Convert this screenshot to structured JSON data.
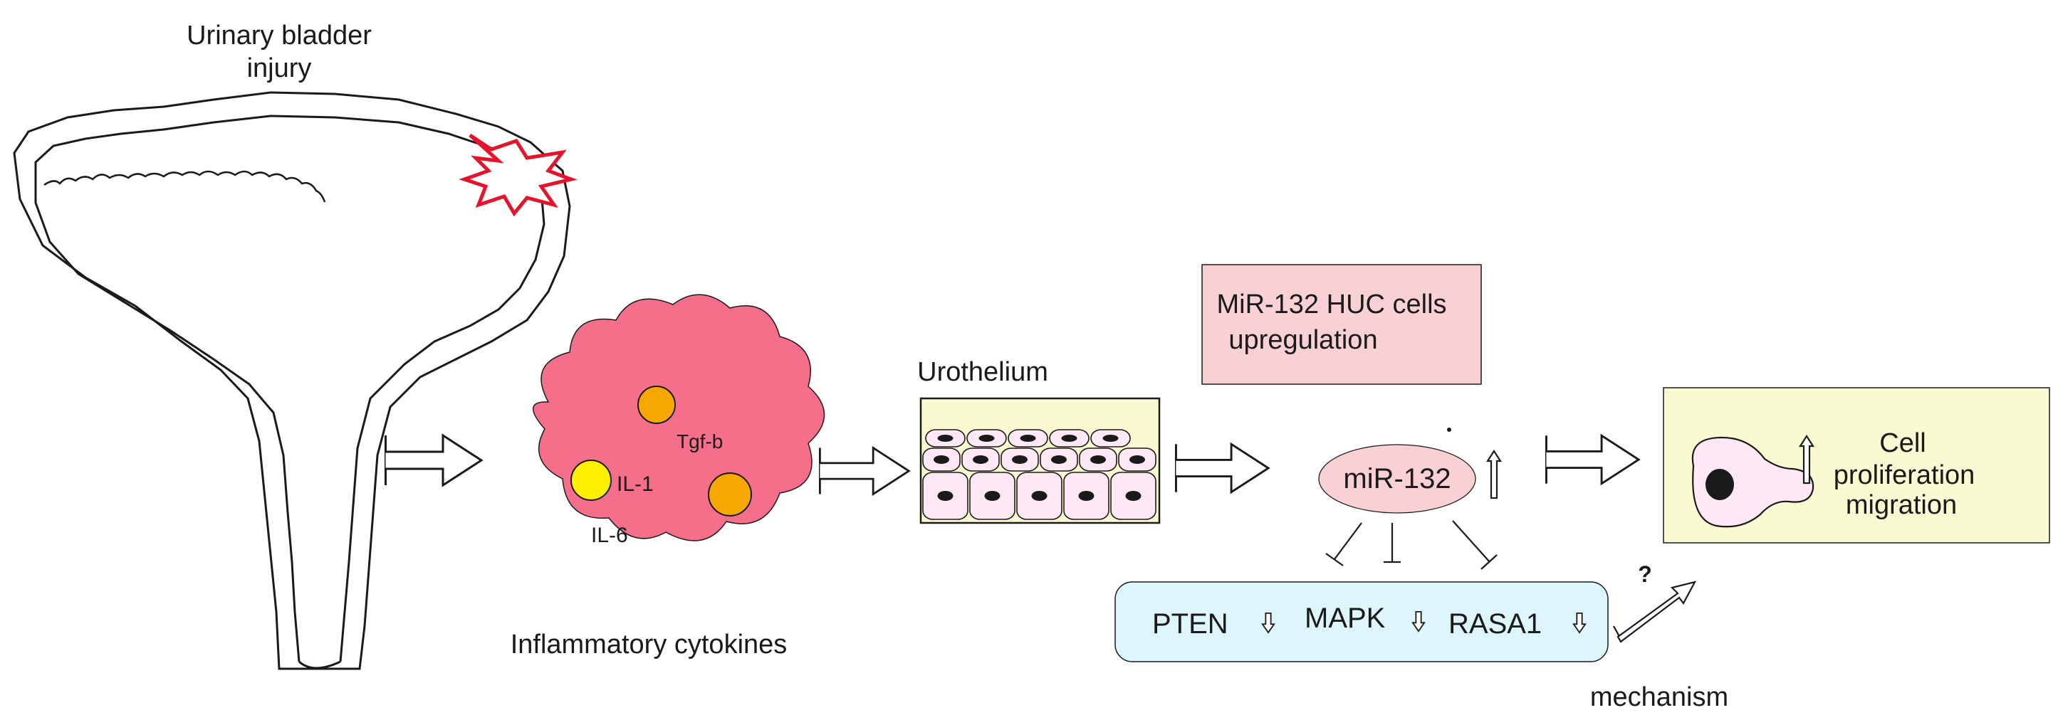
{
  "bladder": {
    "title_line1": "Urinary bladder",
    "title_line2": "injury"
  },
  "cytokines": {
    "caption": "Inflammatory cytokines",
    "labels": {
      "tgfb": "Tgf-b",
      "il1": "IL-1",
      "il6": "IL-6"
    },
    "colors": {
      "cell": "#f56e8a",
      "yellow": "#fff000",
      "orange": "#f6a800"
    }
  },
  "urothelium": {
    "title": "Urothelium",
    "colors": {
      "background": "#fafad2",
      "cell": "#fde8f4",
      "nucleus": "#1a1a1a"
    }
  },
  "upregulation_box": {
    "line1": "MiR-132 HUC cells",
    "line2": "upregulation",
    "color": "#f9d1d4"
  },
  "mirna": {
    "label": "miR-132",
    "color": "#f9d1d4",
    "direction": "up"
  },
  "targets": {
    "items": [
      {
        "name": "PTEN",
        "direction": "down"
      },
      {
        "name": "MAPK",
        "direction": "down"
      },
      {
        "name": "RASA1",
        "direction": "down"
      }
    ],
    "color": "#ddf6fb"
  },
  "outcome": {
    "line1": "Cell",
    "line2": "proliferation",
    "line3": "migration",
    "direction": "up",
    "color": "#fafad2"
  },
  "mechanism": {
    "question": "?",
    "label": "mechanism"
  },
  "colors": {
    "injury_star": "#e6132b",
    "outline": "#1a1a1a"
  }
}
